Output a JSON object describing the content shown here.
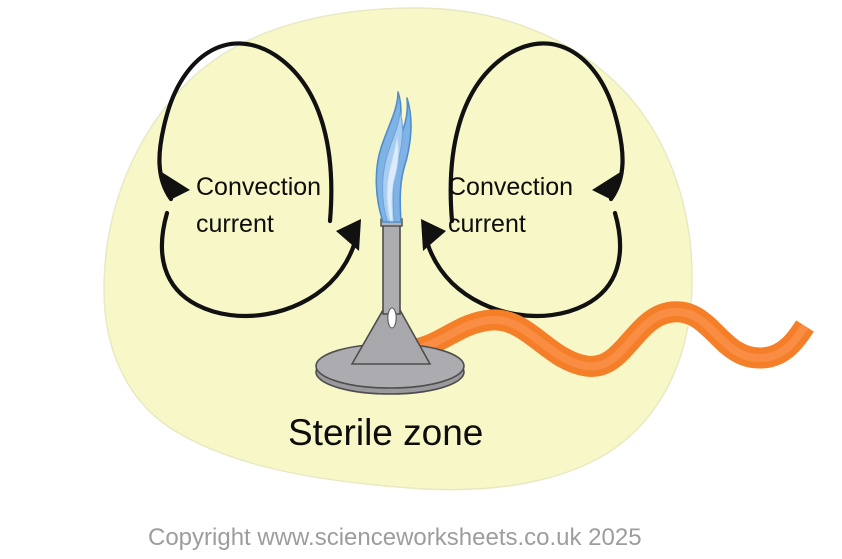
{
  "figure": {
    "title_text": "Sterile zone",
    "background_shape_name": "sterile-zone-blob",
    "background_color": "#f7f7c8",
    "background_outline_color": "#e3e3b0"
  },
  "labels": {
    "convection_left_line1": "Convection",
    "convection_left_line2": "current",
    "convection_right_line1": "Convection",
    "convection_right_line2": "current",
    "sterile_zone": "Sterile zone"
  },
  "apparatus": {
    "burner_name": "bunsen-burner",
    "flame_name": "bunsen-flame",
    "hose_name": "gas-hose",
    "base_color": "#a8a8ac",
    "base_outline_color": "#4d4d4d",
    "tube_color": "#aaaaae",
    "flame_outer_color": "#7fb3e6",
    "flame_mid_color": "#a8cdf0",
    "flame_inner_color": "#d6e9fa",
    "flame_outline_color": "#4f8ecb",
    "hose_color": "#f57f28",
    "hose_outline_color": "#d9d9b8",
    "collar_color": "#ffffff"
  },
  "arrows": {
    "left_loop_name": "convection-current-loop-left",
    "right_loop_name": "convection-current-loop-right",
    "stroke_color": "#111111",
    "direction_left": "counter-clockwise",
    "direction_right": "clockwise"
  },
  "footer": {
    "copyright": "Copyright www.scienceworksheets.co.uk 2025",
    "color": "#9d9d9d"
  }
}
